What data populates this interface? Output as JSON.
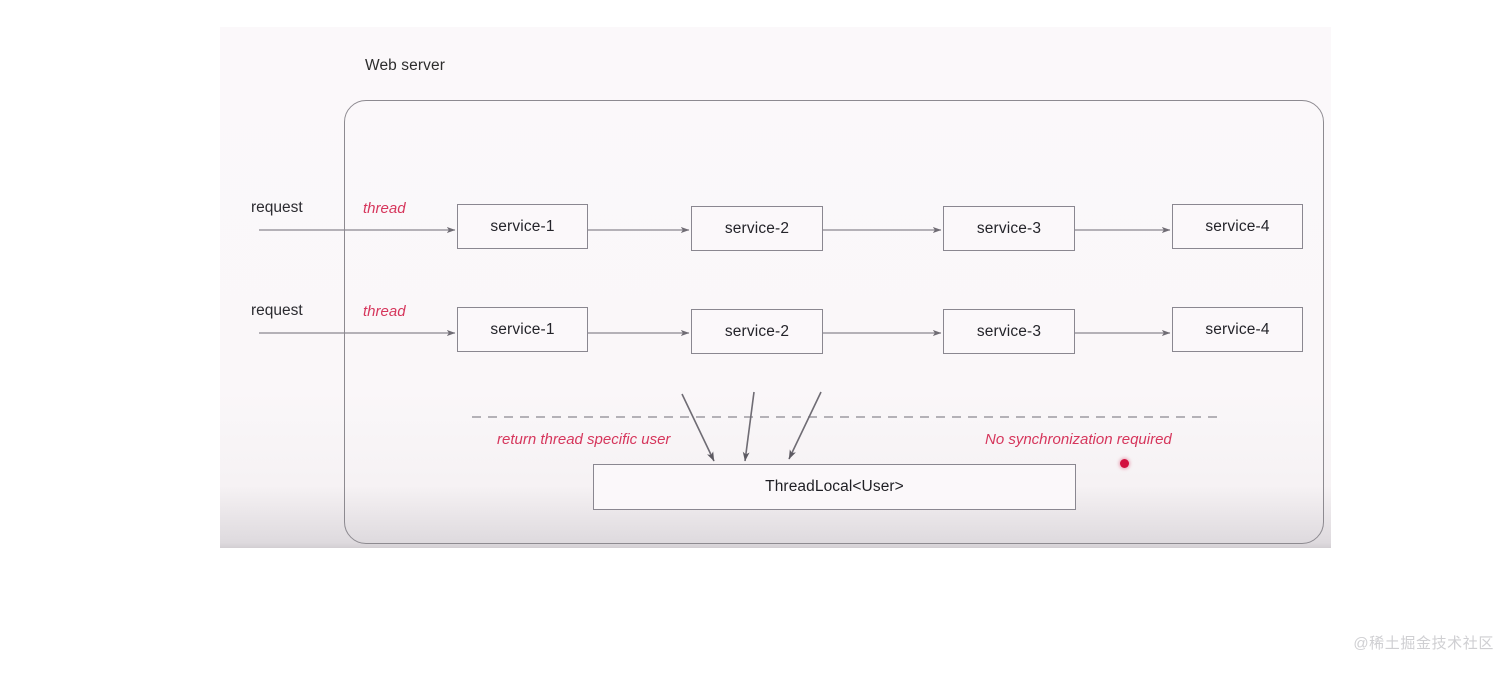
{
  "diagram": {
    "title": "Web server",
    "container_label": "web-server-boundary",
    "rows": [
      {
        "request_label": "request",
        "thread_label": "thread",
        "services": [
          "service-1",
          "service-2",
          "service-3",
          "service-4"
        ]
      },
      {
        "request_label": "request",
        "thread_label": "thread",
        "services": [
          "service-1",
          "service-2",
          "service-3",
          "service-4"
        ]
      }
    ],
    "shared_store": {
      "label": "ThreadLocal<User>"
    },
    "annotations": {
      "left_note": "return thread specific user",
      "right_note": "No synchronization required"
    },
    "colors": {
      "accent": "#d6365c",
      "pointer_dot": "#d2103f",
      "box_border": "#8a8790",
      "panel_background": "#faf7f9",
      "text": "#24242a"
    }
  },
  "watermark": {
    "text": "@稀土掘金技术社区"
  }
}
